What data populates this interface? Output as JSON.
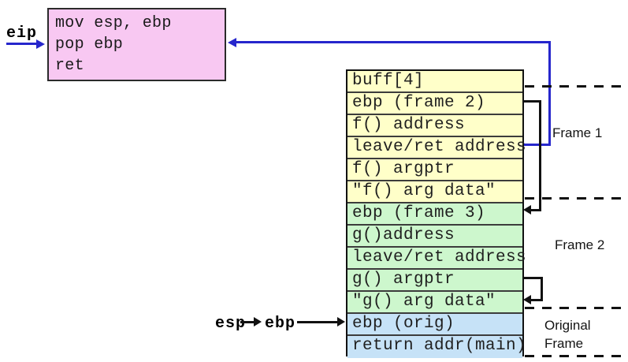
{
  "code_box": {
    "register_label": "eip",
    "lines": [
      "mov esp, ebp",
      "pop ebp",
      "ret"
    ]
  },
  "stack": {
    "rows": [
      {
        "label": "buff[4]",
        "section": "frame1"
      },
      {
        "label": "ebp (frame 2)",
        "section": "frame1"
      },
      {
        "label": "f() address",
        "section": "frame1"
      },
      {
        "label": "leave/ret address",
        "section": "frame1"
      },
      {
        "label": "f() argptr",
        "section": "frame1"
      },
      {
        "label": "\"f() arg data\"",
        "section": "frame1"
      },
      {
        "label": "ebp (frame 3)",
        "section": "frame2"
      },
      {
        "label": "g()address",
        "section": "frame2"
      },
      {
        "label": "leave/ret address",
        "section": "frame2"
      },
      {
        "label": "g() argptr",
        "section": "frame2"
      },
      {
        "label": "\"g() arg data\"",
        "section": "frame2"
      },
      {
        "label": "ebp (orig)",
        "section": "original"
      },
      {
        "label": "return addr(main)",
        "section": "original"
      }
    ]
  },
  "frame_labels": [
    "Frame 1",
    "Frame 2",
    "Original Frame"
  ],
  "pointer_labels": {
    "esp": "esp",
    "ebp": "ebp"
  },
  "colors": {
    "code_box_fill": "#f8c8f2",
    "frame1_fill": "#ffffc9",
    "frame2_fill": "#cdf7cd",
    "original_fill": "#c6e2f7",
    "arrow_blue": "#2626cc",
    "arrow_black": "#111111"
  }
}
